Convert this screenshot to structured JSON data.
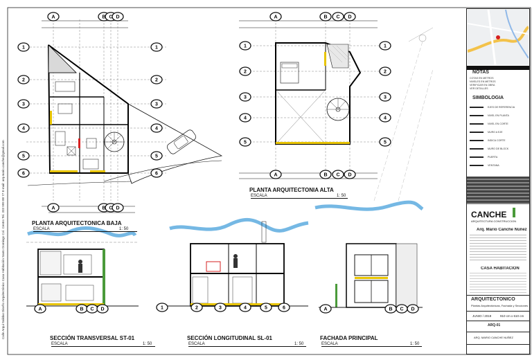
{
  "sheet": {
    "side_text": "Calle Arqui Salidas Diseño Arquitectónico Casa Habitación Santo Domingo Col. Centro Tel. 333 999 88 77 E-mail: arq.mario.canche@gmail.com"
  },
  "titles": {
    "planta_baja": "PLANTA ARQUITECTONICA BAJA",
    "planta_alta": "PLANTA ARQUITECTONIA ALTA",
    "seccion_transversal": "SECCIÓN TRANSVERSAL ST-01",
    "seccion_longitudinal": "SECCIÓN LONGITUDINAL SL-01",
    "fachada": "FACHADA PRINCIPAL"
  },
  "scale_labels": {
    "escala": "ESCALA",
    "ratio": "1: 50"
  },
  "axes": {
    "columns": [
      "A",
      "B",
      "C",
      "D"
    ],
    "rows": [
      "1",
      "2",
      "3",
      "4",
      "5",
      "6"
    ]
  },
  "title_block": {
    "notas_heading": "NOTAS",
    "notas_lines": [
      "COTAS EN METROS",
      "NIVELES EN METROS",
      "VERIFICAR EN OBRA",
      "VER DETALLES"
    ],
    "simbologia_heading": "SIMBOLOGIA",
    "simbologia_items": [
      "EJES DE REFERENCIA",
      "NIVEL EN PLANTA",
      "NIVEL EN CORTE",
      "MURO A EJE",
      "INDICA CORTE",
      "MURO DE BLOCK",
      "PUERTA",
      "VENTANA"
    ],
    "firm": "CANCHE",
    "firm_sub": "ARQUITECTURA CONSTRUCCION",
    "architect": "Arq. Mario Canche Núñez",
    "project_heading": "CASA HABITACION",
    "plan_title": "ARQUITECTONICO",
    "plan_subtitle": "Plantas Arquitectónicas, Fachada y Secciones",
    "date": "JUNIO / 2019",
    "sheet_size": "910 cm x 610 cm",
    "sheet_number": "ARQ-01",
    "drawn_by": "ARQ. MARIO CANCHE NUÑEZ"
  },
  "colors": {
    "line": "#111111",
    "wall": "#000000",
    "sky": "#3a9ad9",
    "accent_yellow": "#e8c400",
    "accent_red": "#d62020",
    "accent_green": "#4a9a3a",
    "map_road": "#f3c24a"
  }
}
